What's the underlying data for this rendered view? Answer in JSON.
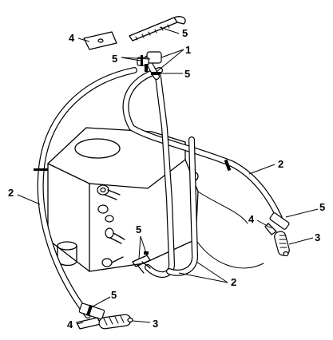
{
  "callouts": {
    "top_clamp_plate": "4",
    "top_tie_strap": "5",
    "top_clamp_pair": "5",
    "top_tee_fitting": "1",
    "top_right_clamp": "5",
    "right_hose": "2",
    "left_hose": "2",
    "right_clamp": "5",
    "right_clamp_plate": "4",
    "right_end_fitting": "3",
    "center_clamps": "5",
    "center_hoses": "2",
    "bottom_clamp": "5",
    "bottom_clamp_plate": "4",
    "bottom_end_fitting": "3"
  }
}
